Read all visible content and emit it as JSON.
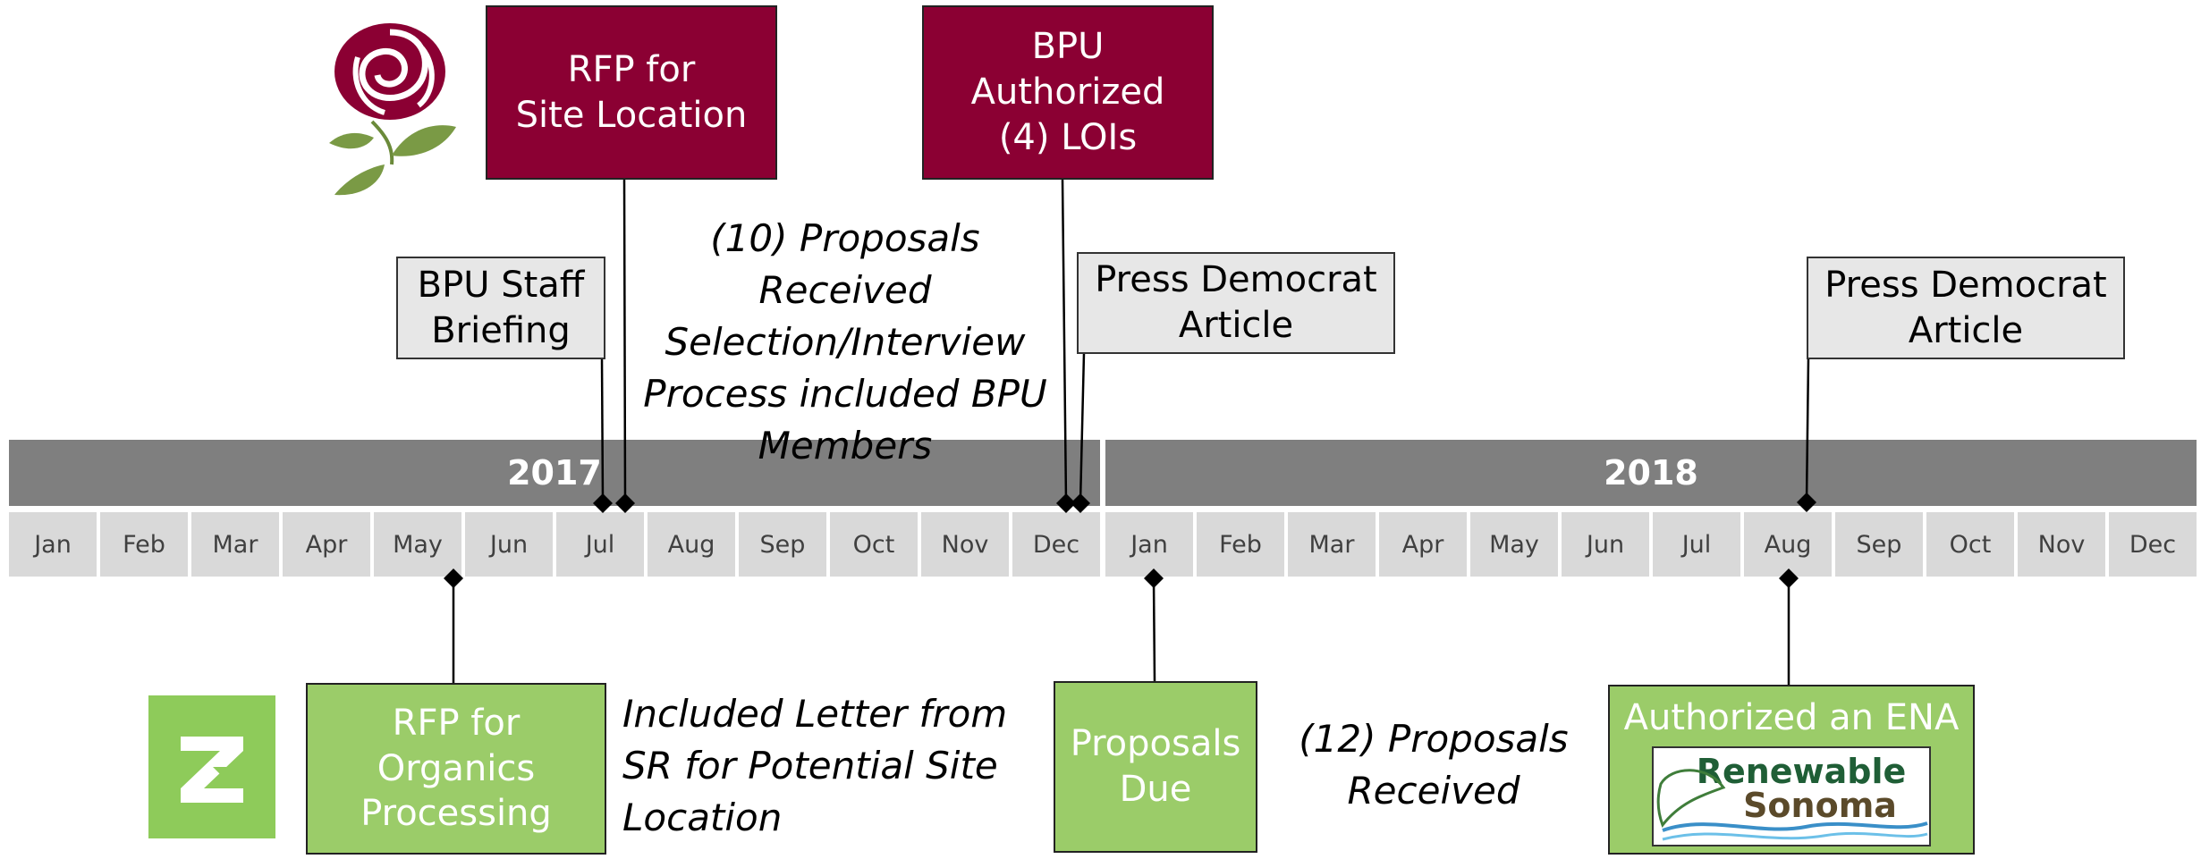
{
  "years": [
    "2017",
    "2018"
  ],
  "months": [
    "Jan",
    "Feb",
    "Mar",
    "Apr",
    "May",
    "Jun",
    "Jul",
    "Aug",
    "Sep",
    "Oct",
    "Nov",
    "Dec",
    "Jan",
    "Feb",
    "Mar",
    "Apr",
    "May",
    "Jun",
    "Jul",
    "Aug",
    "Sep",
    "Oct",
    "Nov",
    "Dec"
  ],
  "boxes": {
    "rfp_site": [
      "RFP for",
      "Site Location"
    ],
    "bpu_authorized": [
      "BPU",
      "Authorized",
      "(4) LOIs"
    ],
    "bpu_briefing": [
      "BPU Staff",
      "Briefing"
    ],
    "press_2017": [
      "Press Democrat",
      "Article"
    ],
    "press_2018": [
      "Press Democrat",
      "Article"
    ],
    "rfp_organics": [
      "RFP for",
      "Organics",
      "Processing"
    ],
    "proposals_due": [
      "Proposals",
      "Due"
    ],
    "ena": "Authorized an ENA"
  },
  "notes": {
    "proposals_10": [
      "(10) Proposals Received",
      "Selection/Interview",
      "Process included BPU",
      "Members"
    ],
    "included_letter": [
      "Included Letter from",
      "SR for Potential Site",
      "Location"
    ],
    "proposals_12": [
      "(12) Proposals",
      "Received"
    ]
  },
  "logos": {
    "renewable_sonoma": [
      "Renewable",
      "Sonoma"
    ]
  },
  "colors": {
    "maroon": "#8b0033",
    "green": "#9bcc69",
    "year_bar": "#7f7f7f",
    "month_cell": "#d9d9d9",
    "callout_grey": "#e7e7e7"
  }
}
